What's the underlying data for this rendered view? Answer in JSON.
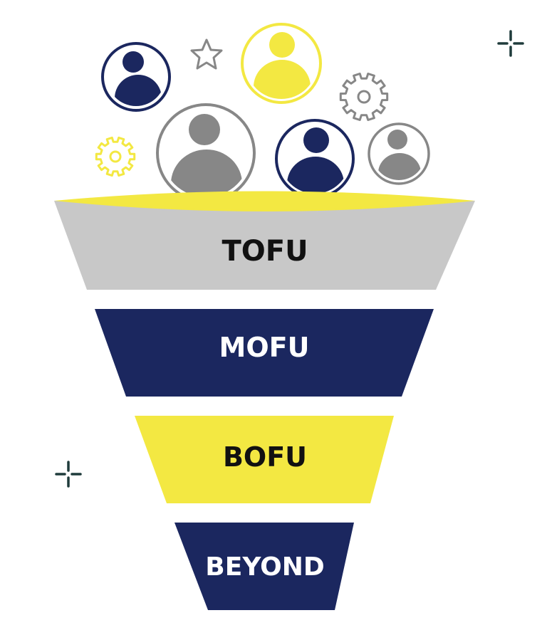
{
  "colors": {
    "navy": "#1b275f",
    "yellow": "#f3e842",
    "light_gray": "#c8c8c8",
    "gray": "#878787",
    "white": "#ffffff",
    "black": "#111111",
    "sparkle": "#1f3b3b"
  },
  "funnel": {
    "tiers": [
      {
        "label": "TOFU",
        "fill": "gray",
        "text_color": "black"
      },
      {
        "label": "MOFU",
        "fill": "navy",
        "text_color": "white"
      },
      {
        "label": "BOFU",
        "fill": "yellow",
        "text_color": "black"
      },
      {
        "label": "BEYOND",
        "fill": "navy",
        "text_color": "white"
      }
    ]
  },
  "icons": {
    "avatars": [
      "user-avatar-icon",
      "user-avatar-icon",
      "user-avatar-icon",
      "user-avatar-icon",
      "user-avatar-icon"
    ],
    "decorations": [
      "star-icon",
      "gear-icon",
      "gear-icon",
      "sparkle-icon",
      "sparkle-icon"
    ]
  }
}
